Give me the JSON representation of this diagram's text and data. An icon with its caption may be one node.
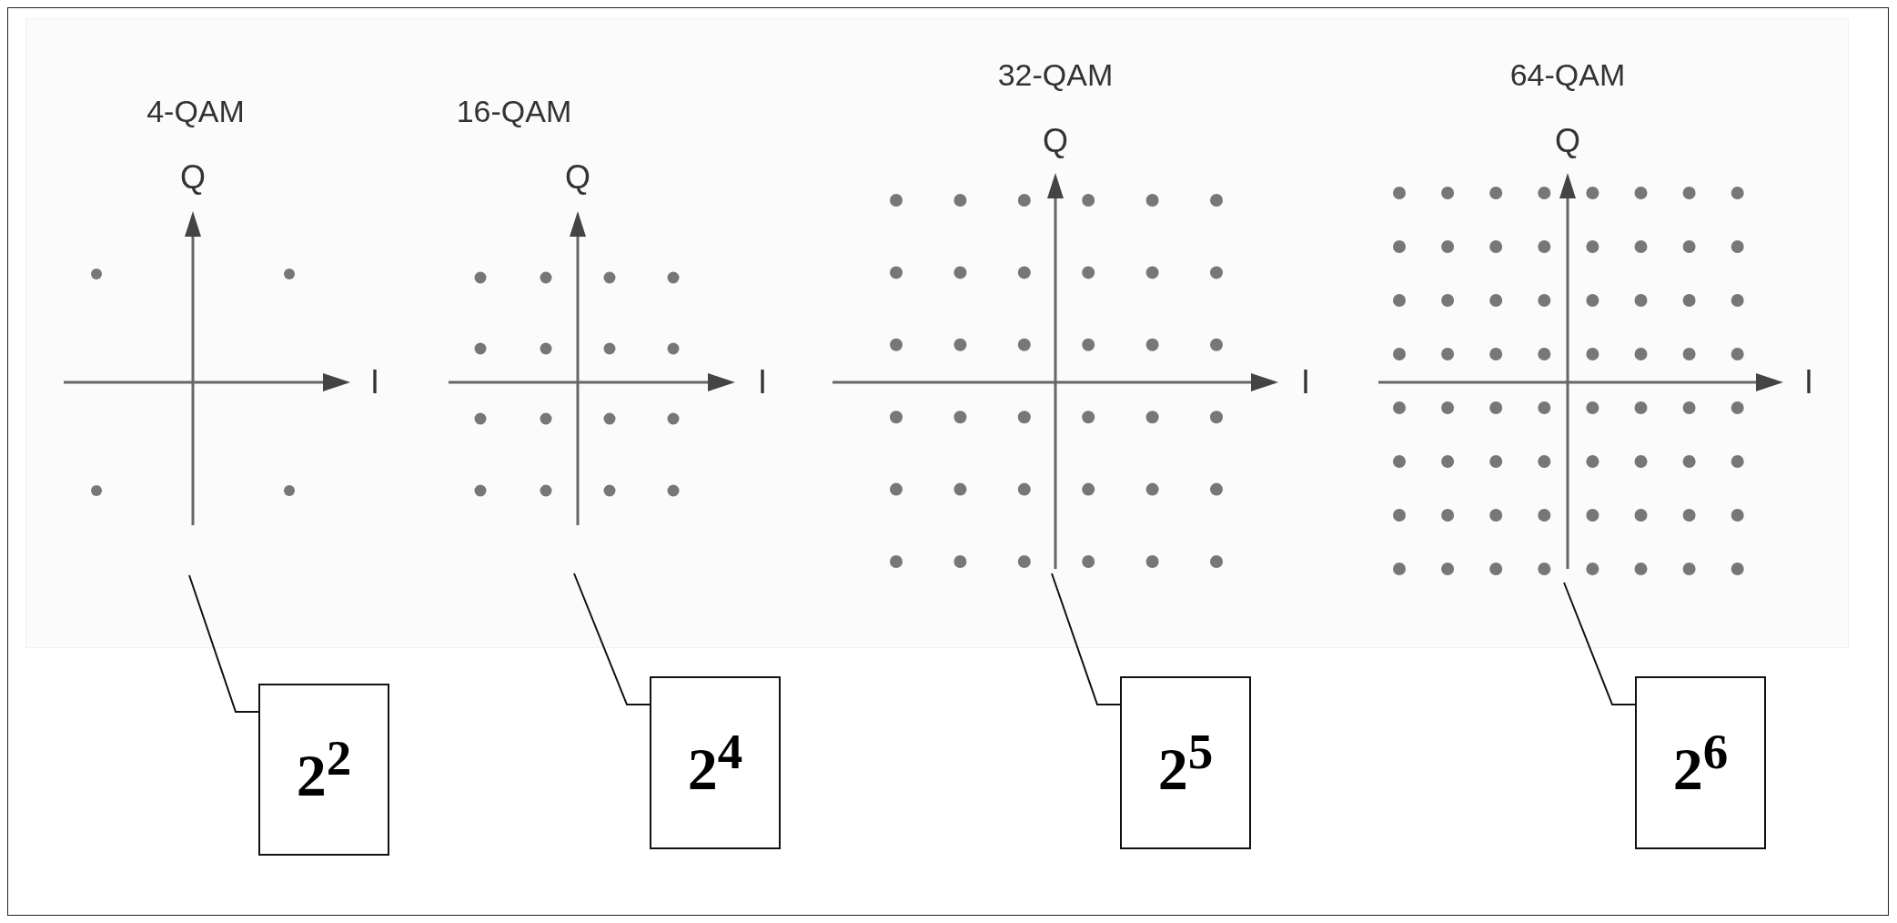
{
  "diagram": {
    "nodes": [
      {
        "text": [
          "4-QAM",
          "Q",
          "I"
        ]
      },
      {
        "text": [
          "16-QAM",
          "Q",
          "I"
        ]
      },
      {
        "text": [
          "32-QAM",
          "Q",
          "I"
        ]
      },
      {
        "text": [
          "64-QAM",
          "Q",
          "I"
        ]
      },
      {
        "text": [
          "2$^{2}$"
        ]
      },
      {
        "text": [
          "2$^{4}$"
        ]
      },
      {
        "text": [
          "2$^{5}$"
        ]
      },
      {
        "text": [
          "2$^{6}$"
        ]
      }
    ],
    "edges": [
      {
        "from": 4,
        "to": 0,
        "arrow": "none"
      },
      {
        "from": 5,
        "to": 1,
        "arrow": "none"
      },
      {
        "from": 6,
        "to": 2,
        "arrow": "none"
      },
      {
        "from": 7,
        "to": 3,
        "arrow": "none"
      }
    ]
  }
}
